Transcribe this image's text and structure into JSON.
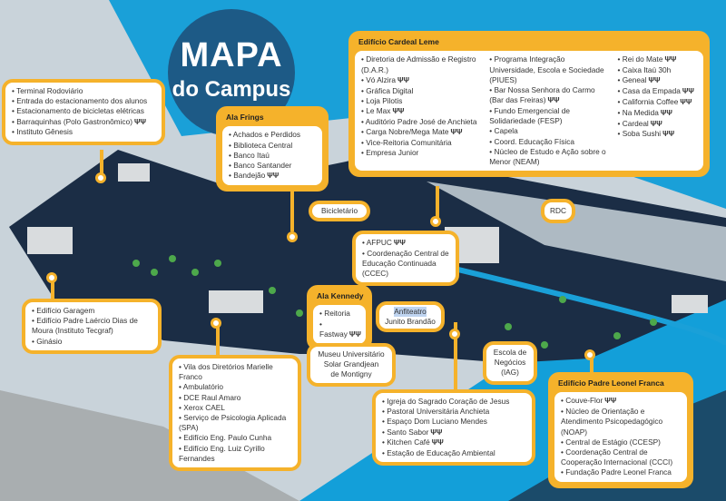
{
  "title": {
    "line1": "MAPA",
    "line2": "do Campus"
  },
  "colors": {
    "accent": "#f5b22b",
    "navy": "#1b2d45",
    "blue": "#139fd9",
    "title": "#1d5a86"
  },
  "food_icon": "ΨΨ",
  "boxes": {
    "terminal": {
      "items": [
        {
          "t": "Terminal Rodoviário"
        },
        {
          "t": "Entrada do estacionamento dos alunos"
        },
        {
          "t": "Estacionamento de  bicicletas elétricas"
        },
        {
          "t": "Barraquinhas (Polo Gastronômico)",
          "food": true
        },
        {
          "t": "Instituto Gênesis"
        }
      ]
    },
    "frings": {
      "header": "Ala Frings",
      "items": [
        {
          "t": "Achados e Perdidos"
        },
        {
          "t": "Biblioteca Central"
        },
        {
          "t": "Banco Itaú"
        },
        {
          "t": "Banco Santander"
        },
        {
          "t": "Bandejão",
          "food": true
        }
      ]
    },
    "cardeal": {
      "header": "Edifício Cardeal Leme",
      "cols": [
        [
          {
            "t": "Diretoria de Admissão e Registro (D.A.R.)"
          },
          {
            "t": "Vó Alzira",
            "food": true
          },
          {
            "t": "Gráfica Digital"
          },
          {
            "t": "Loja Pilotis"
          },
          {
            "t": "Le Max",
            "food": true
          },
          {
            "t": "Auditório Padre José de Anchieta"
          },
          {
            "t": "Carga Nobre/Mega Mate",
            "food": true
          },
          {
            "t": "Vice-Reitoria Comunitária"
          },
          {
            "t": "Empresa Junior"
          }
        ],
        [
          {
            "t": "Programa Integração Universidade, Escola e Sociedade (PIUES)"
          },
          {
            "t": "Bar Nossa Senhora do Carmo (Bar das Freiras)",
            "food": true
          },
          {
            "t": "Fundo Emergencial de Solidariedade (FESP)"
          },
          {
            "t": "Capela"
          },
          {
            "t": "Coord. Educação Física"
          },
          {
            "t": "Núcleo de Estudo e Ação sobre o Menor (NEAM)"
          }
        ],
        [
          {
            "t": "Rei do Mate",
            "food": true
          },
          {
            "t": "Caixa Itaú 30h"
          },
          {
            "t": "Geneal",
            "food": true
          },
          {
            "t": "Casa da Empada",
            "food": true
          },
          {
            "t": "California Coffee",
            "food": true
          },
          {
            "t": "Na Medida",
            "food": true
          },
          {
            "t": "Cardeal",
            "food": true
          },
          {
            "t": "Soba Sushi",
            "food": true
          }
        ]
      ]
    },
    "bicicletario": {
      "label": "Bicicletário"
    },
    "afpuc": {
      "items": [
        {
          "t": "AFPUC",
          "food": true
        },
        {
          "t": "Coordenação Central de Educação Continuada (CCEC)"
        }
      ]
    },
    "rdc": {
      "label": "RDC"
    },
    "kennedy": {
      "header": "Ala Kennedy",
      "items": [
        {
          "t": "Reitoria"
        },
        {
          "t": "Fastway",
          "food": true
        }
      ]
    },
    "anfiteatro": {
      "line1": "Anfiteatro",
      "line2": "Junito Brandão"
    },
    "garagem": {
      "items": [
        {
          "t": "Edifício Garagem"
        },
        {
          "t": "Edifício Padre Laércio Dias de Moura (Instituto Tecgraf)"
        },
        {
          "t": "Ginásio"
        }
      ]
    },
    "museu": {
      "line1": "Museu Universitário",
      "line2": "Solar Grandjean",
      "line3": "de Montigny"
    },
    "escola": {
      "line1": "Escola de",
      "line2": "Negócios",
      "line3": "(IAG)"
    },
    "vila": {
      "items": [
        {
          "t": "Vila dos Diretórios Marielle Franco"
        },
        {
          "t": "Ambulatório"
        },
        {
          "t": "DCE Raul Amaro"
        },
        {
          "t": "Xerox CAEL"
        },
        {
          "t": "Serviço de Psicologia Aplicada (SPA)"
        },
        {
          "t": "Edifício Eng. Paulo Cunha"
        },
        {
          "t": "Edifício Eng. Luiz Cyrillo Fernandes"
        }
      ]
    },
    "igreja": {
      "items": [
        {
          "t": "Igreja do Sagrado Coração de Jesus"
        },
        {
          "t": "Pastoral Universitária Anchieta"
        },
        {
          "t": "Espaço Dom Luciano Mendes"
        },
        {
          "t": "Santo Sabor",
          "food": true
        },
        {
          "t": "Kitchen Café",
          "food": true
        },
        {
          "t": "Estação de Educação Ambiental"
        }
      ]
    },
    "leonel": {
      "header": "Edifício Padre Leonel Franca",
      "items": [
        {
          "t": "Couve-Flor",
          "food": true
        },
        {
          "t": "Núcleo de Orientação e Atendimento Psicopedagógico (NOAP)"
        },
        {
          "t": "Central de Estágio (CCESP)"
        },
        {
          "t": "Coordenação Central de Cooperação Internacional (CCCI)"
        },
        {
          "t": "Fundação Padre Leonel Franca"
        }
      ]
    }
  }
}
